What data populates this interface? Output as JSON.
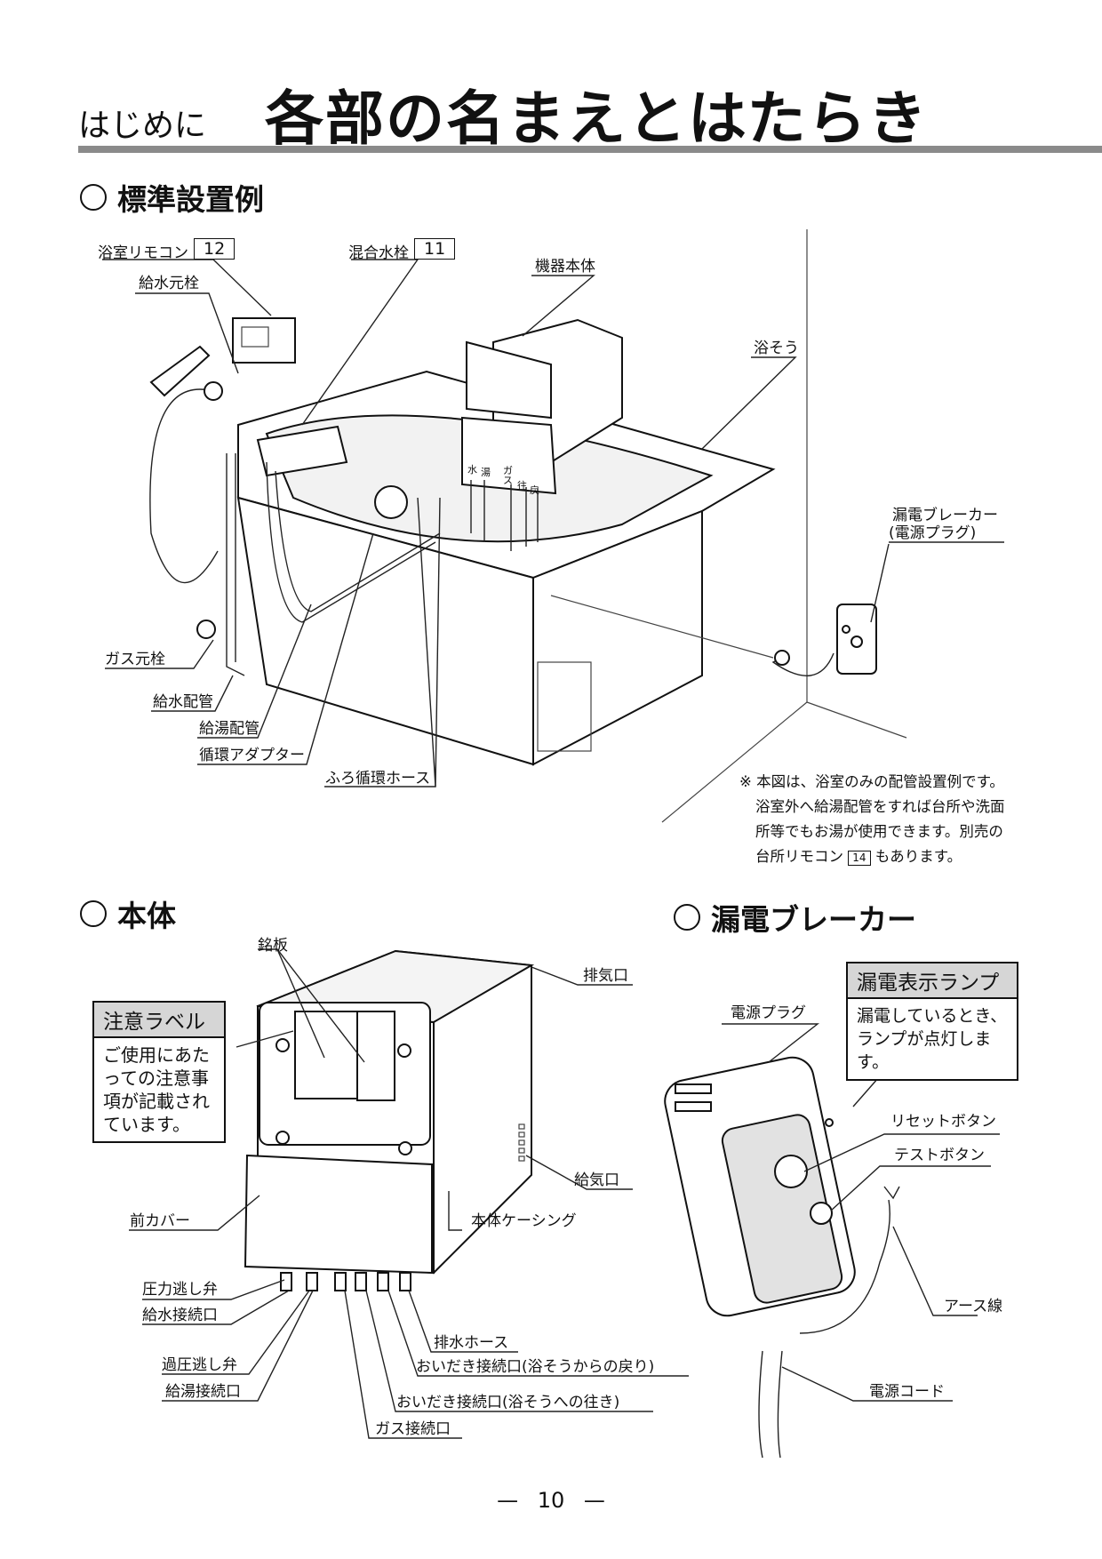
{
  "header": {
    "chapter": "はじめに",
    "title": "各部の名まえとはたらき"
  },
  "sections": {
    "install": "標準設置例",
    "body": "本体",
    "breaker": "漏電ブレーカー"
  },
  "install_labels": {
    "remote": "浴室リモコン",
    "remote_ref": "12",
    "faucet": "混合水栓",
    "faucet_ref": "11",
    "unit": "機器本体",
    "water_valve": "給水元栓",
    "tub": "浴そう",
    "breaker_line1": "漏電ブレーカー",
    "breaker_line2": "(電源プラグ)",
    "gas_valve": "ガス元栓",
    "water_pipe": "給水配管",
    "hot_pipe": "給湯配管",
    "adapter": "循環アダプター",
    "hose": "ふろ循環ホース",
    "port_water": "水",
    "port_hot": "湯",
    "port_gas": "ガス",
    "port_go": "往",
    "port_return": "戻"
  },
  "install_note": {
    "line1": "※ 本図は、浴室のみの配管設置例です。",
    "line2": "浴室外へ給湯配管をすれば台所や洗面",
    "line3": "所等でもお湯が使用できます。別売の",
    "line4_a": "台所リモコン",
    "line4_ref": "14",
    "line4_b": "もあります。"
  },
  "body_labels": {
    "nameplate": "銘板",
    "exhaust": "排気口",
    "intake": "給気口",
    "front_cover": "前カバー",
    "casing": "本体ケーシング",
    "pressure_relief": "圧力逃し弁",
    "water_conn": "給水接続口",
    "over_pressure": "過圧逃し弁",
    "hot_conn": "給湯接続口",
    "drain_hose": "排水ホース",
    "reheat_return": "おいだき接続口(浴そうからの戻り)",
    "reheat_go": "おいだき接続口(浴そうへの往き)",
    "gas_conn": "ガス接続口"
  },
  "caution_box": {
    "head": "注意ラベル",
    "body": "ご使用にあたっての注意事項が記載されています。"
  },
  "breaker_labels": {
    "plug": "電源プラグ",
    "reset": "リセットボタン",
    "test": "テストボタン",
    "ground": "アース線",
    "cord": "電源コード"
  },
  "lamp_box": {
    "head": "漏電表示ランプ",
    "line1": "漏電しているとき、",
    "line2": "ランプが点灯します。"
  },
  "page_number": "10"
}
